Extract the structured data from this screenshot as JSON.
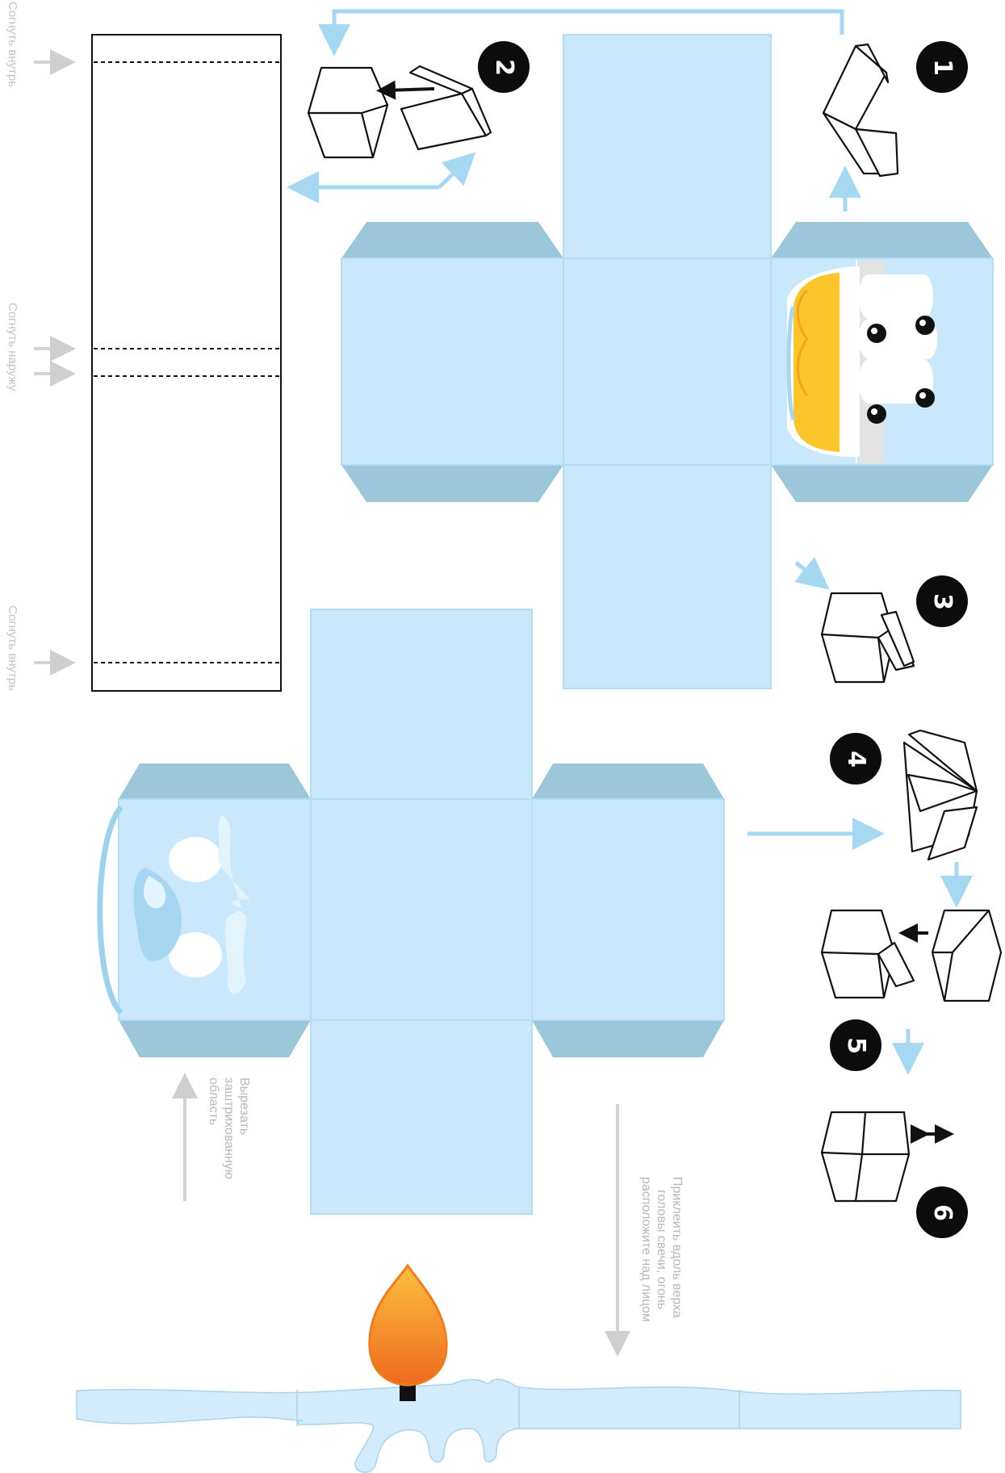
{
  "labels": {
    "fold_in_1": "Согнуть внутрь",
    "fold_out": "Согнуть наружу",
    "fold_in_2": "Согнуть внутрь",
    "cut_area": [
      "Вырезать",
      "заштрихованную",
      "область"
    ],
    "glue_note": [
      "Приклеить вдоль верха",
      "головы свечи, огонь",
      "расположите над лицом"
    ]
  },
  "steps": [
    "1",
    "2",
    "3",
    "4",
    "5",
    "6"
  ],
  "colors": {
    "net_fill": "#c9e8fb",
    "net_stroke": "#a9d4ee",
    "flap_fill": "#9cc6d9",
    "flame_outer": "#f08a24",
    "flame_inner": "#fbb03b",
    "arrow_light": "#a7d8f2",
    "hint_gray": "#d3d3d3"
  },
  "icons": [
    "fold-diagram-icon",
    "cube-icon",
    "flame-icon",
    "face-icon",
    "arrow-icon"
  ]
}
